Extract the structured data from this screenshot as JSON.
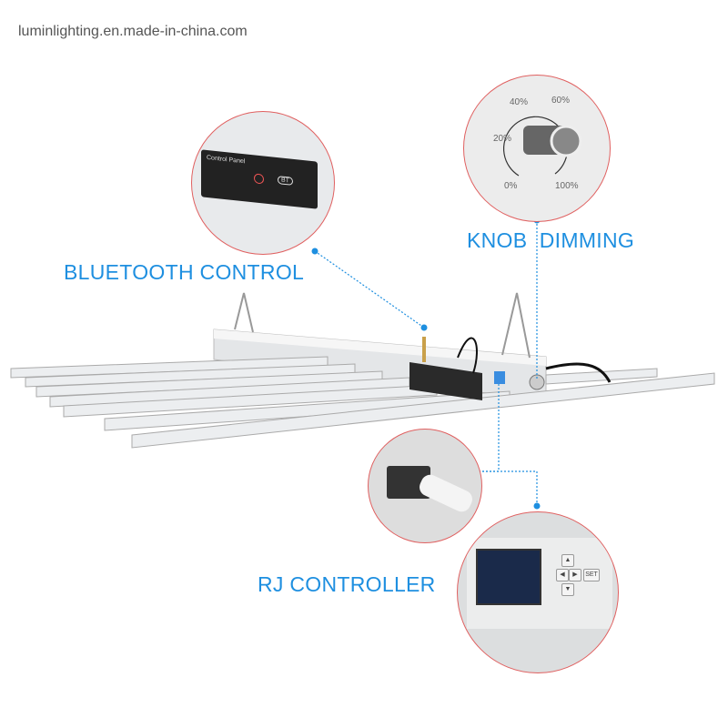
{
  "watermark": "luminlighting.en.made-in-china.com",
  "labels": {
    "bluetooth": "BLUETOOTH CONTROL",
    "knob": "KNOB  DIMMING",
    "rj": "RJ CONTROLLER"
  },
  "bluetooth_panel": {
    "title": "Control Panel",
    "bt": "BT"
  },
  "knob_scale": [
    "0%",
    "20%",
    "40%",
    "60%",
    "100%"
  ],
  "controller": {
    "set_key": "SET"
  },
  "colors": {
    "accent": "#1e8fe0",
    "circle_border": "#e06060"
  }
}
